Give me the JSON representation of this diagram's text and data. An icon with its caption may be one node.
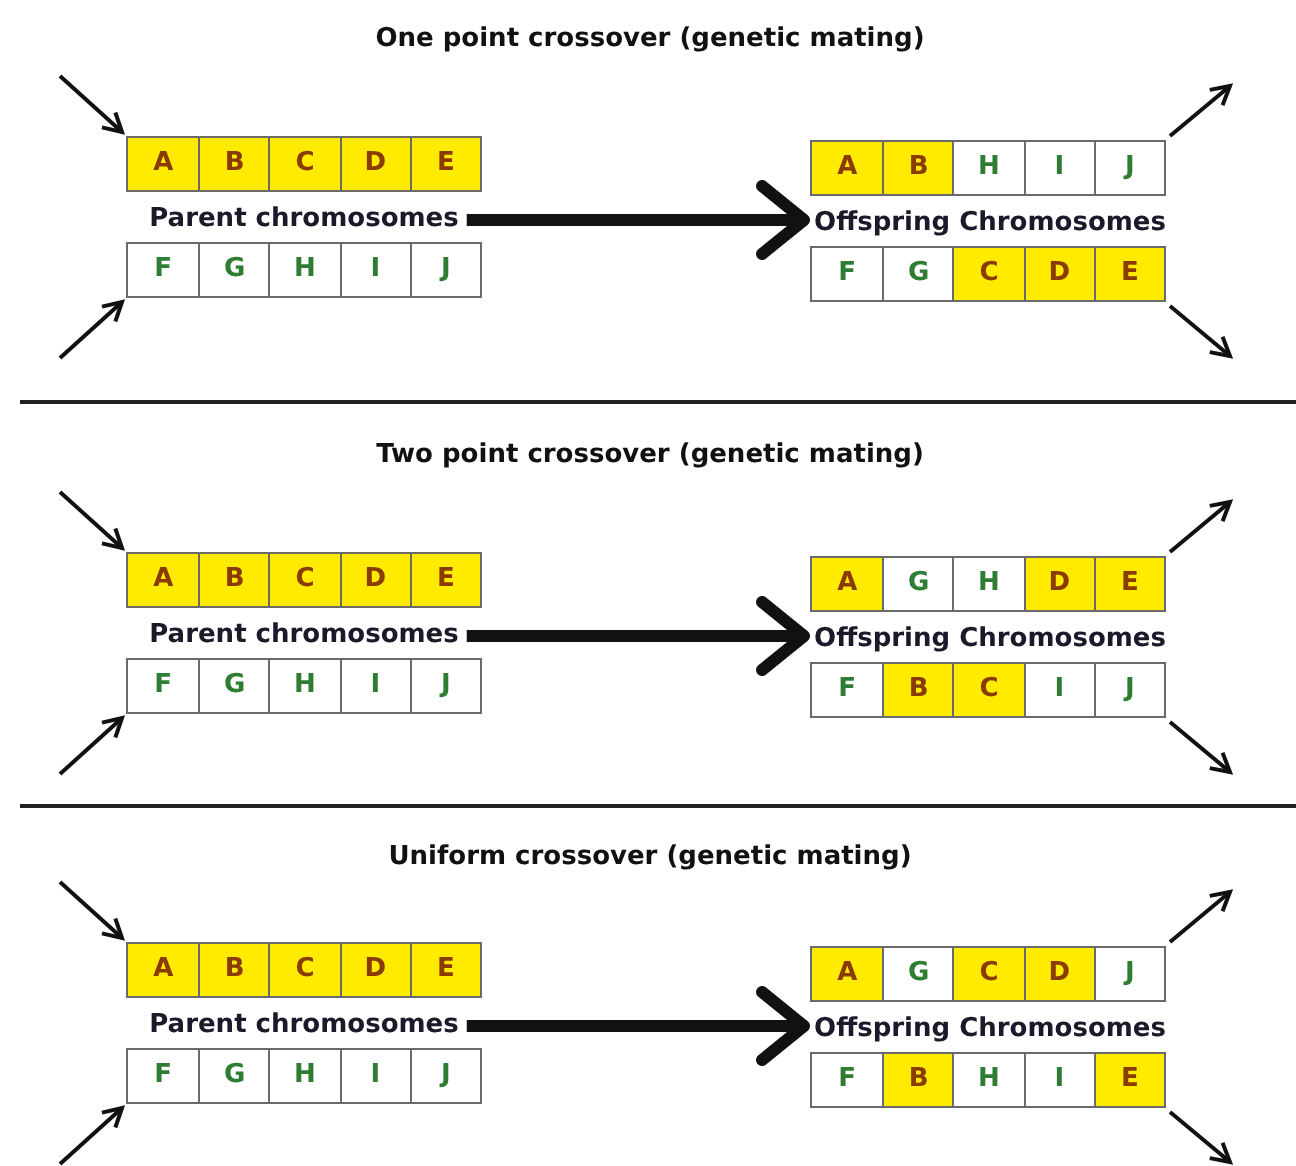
{
  "diagram": {
    "nodes": [
      {
        "text": [],
        "shape": "box"
      },
      {
        "text": [
          "A"
        ],
        "in": 0
      },
      {
        "text": [
          "B"
        ],
        "in": 0
      },
      {
        "text": [
          "C"
        ],
        "in": 0
      },
      {
        "text": [
          "D"
        ],
        "in": 0
      },
      {
        "text": [
          "E"
        ],
        "in": 0
      },
      {
        "text": [
          "Parent chromosomes"
        ]
      },
      {
        "text": [],
        "shape": "box"
      },
      {
        "text": [
          "F"
        ],
        "in": 7
      },
      {
        "text": [
          "G"
        ],
        "in": 7
      },
      {
        "text": [
          "H"
        ],
        "in": 7
      },
      {
        "text": [
          "I"
        ],
        "in": 7
      },
      {
        "text": [
          "J"
        ],
        "in": 7
      },
      {
        "text": [],
        "shape": "box"
      },
      {
        "text": [
          "A"
        ],
        "in": 13
      },
      {
        "text": [
          "B"
        ],
        "in": 13
      },
      {
        "text": [
          "H"
        ],
        "in": 13
      },
      {
        "text": [
          "I"
        ],
        "in": 13
      },
      {
        "text": [
          "J"
        ],
        "in": 13
      },
      {
        "text": [
          "Offspring Chromosomes"
        ]
      },
      {
        "text": [],
        "shape": "box"
      },
      {
        "text": [
          "F"
        ],
        "in": 20
      },
      {
        "text": [
          "G"
        ],
        "in": 20
      },
      {
        "text": [
          "C"
        ],
        "in": 20
      },
      {
        "text": [
          "D"
        ],
        "in": 20
      },
      {
        "text": [
          "E"
        ],
        "in": 20
      },
      {
        "text": [],
        "shape": "box"
      },
      {
        "text": [
          "A"
        ],
        "in": 26
      },
      {
        "text": [
          "B"
        ],
        "in": 26
      },
      {
        "text": [
          "C"
        ],
        "in": 26
      },
      {
        "text": [
          "D"
        ],
        "in": 26
      },
      {
        "text": [
          "E"
        ],
        "in": 26
      },
      {
        "text": [
          "Parent chromosomes"
        ]
      },
      {
        "text": [],
        "shape": "box"
      },
      {
        "text": [
          "F"
        ],
        "in": 33
      },
      {
        "text": [
          "G"
        ],
        "in": 33
      },
      {
        "text": [
          "H"
        ],
        "in": 33
      },
      {
        "text": [
          "I"
        ],
        "in": 33
      },
      {
        "text": [
          "J"
        ],
        "in": 33
      },
      {
        "text": [],
        "shape": "box"
      },
      {
        "text": [
          "A"
        ],
        "in": 39
      },
      {
        "text": [
          "G"
        ],
        "in": 39
      },
      {
        "text": [
          "H"
        ],
        "in": 39
      },
      {
        "text": [
          "D"
        ],
        "in": 39
      },
      {
        "text": [
          "E"
        ],
        "in": 39
      },
      {
        "text": [
          "Offspring Chromosomes"
        ]
      },
      {
        "text": [],
        "shape": "box"
      },
      {
        "text": [
          "F"
        ],
        "in": 46
      },
      {
        "text": [
          "B"
        ],
        "in": 46
      },
      {
        "text": [
          "C"
        ],
        "in": 46
      },
      {
        "text": [
          "I"
        ],
        "in": 46
      },
      {
        "text": [
          "J"
        ],
        "in": 46
      },
      {
        "text": [],
        "shape": "box"
      },
      {
        "text": [
          "A"
        ],
        "in": 52
      },
      {
        "text": [
          "B"
        ],
        "in": 52
      },
      {
        "text": [
          "C"
        ],
        "in": 52
      },
      {
        "text": [
          "D"
        ],
        "in": 52
      },
      {
        "text": [
          "E"
        ],
        "in": 52
      },
      {
        "text": [
          "Parent chromosomes"
        ]
      },
      {
        "text": [],
        "shape": "box"
      },
      {
        "text": [
          "F"
        ],
        "in": 59
      },
      {
        "text": [
          "G"
        ],
        "in": 59
      },
      {
        "text": [
          "H"
        ],
        "in": 59
      },
      {
        "text": [
          "I"
        ],
        "in": 59
      },
      {
        "text": [
          "J"
        ],
        "in": 59
      },
      {
        "text": [],
        "shape": "box"
      },
      {
        "text": [
          "A"
        ],
        "in": 65
      },
      {
        "text": [
          "G"
        ],
        "in": 65
      },
      {
        "text": [
          "C"
        ],
        "in": 65
      },
      {
        "text": [
          "D"
        ],
        "in": 65
      },
      {
        "text": [
          "J"
        ],
        "in": 65
      },
      {
        "text": [
          "Offspring Chromosomes"
        ]
      },
      {
        "text": [],
        "shape": "box"
      },
      {
        "text": [
          "F"
        ],
        "in": 72
      },
      {
        "text": [
          "B"
        ],
        "in": 72
      },
      {
        "text": [
          "H"
        ],
        "in": 72
      },
      {
        "text": [
          "I"
        ],
        "in": 72
      },
      {
        "text": [
          "E"
        ],
        "in": 72
      }
    ],
    "edges": [
      {
        "from": null,
        "to": 0,
        "arrow": "to"
      },
      {
        "from": null,
        "to": 7,
        "arrow": "to"
      },
      {
        "from": 6,
        "to": 19,
        "arrow": "to",
        "style": "thick"
      },
      {
        "from": 13,
        "to": null,
        "arrow": "to"
      },
      {
        "from": 20,
        "to": null,
        "arrow": "to"
      },
      {
        "from": null,
        "to": 26,
        "arrow": "to"
      },
      {
        "from": null,
        "to": 33,
        "arrow": "to"
      },
      {
        "from": 32,
        "to": 45,
        "arrow": "to",
        "style": "thick"
      },
      {
        "from": 39,
        "to": null,
        "arrow": "to"
      },
      {
        "from": 46,
        "to": null,
        "arrow": "to"
      },
      {
        "from": null,
        "to": 52,
        "arrow": "to"
      },
      {
        "from": null,
        "to": 59,
        "arrow": "to"
      },
      {
        "from": 58,
        "to": 71,
        "arrow": "to",
        "style": "thick"
      },
      {
        "from": 65,
        "to": null,
        "arrow": "to"
      },
      {
        "from": 72,
        "to": null,
        "arrow": "to"
      }
    ],
    "labels": [
      "One point crossover (genetic mating)",
      "Two point crossover (genetic mating)",
      "Uniform crossover (genetic mating)"
    ]
  }
}
